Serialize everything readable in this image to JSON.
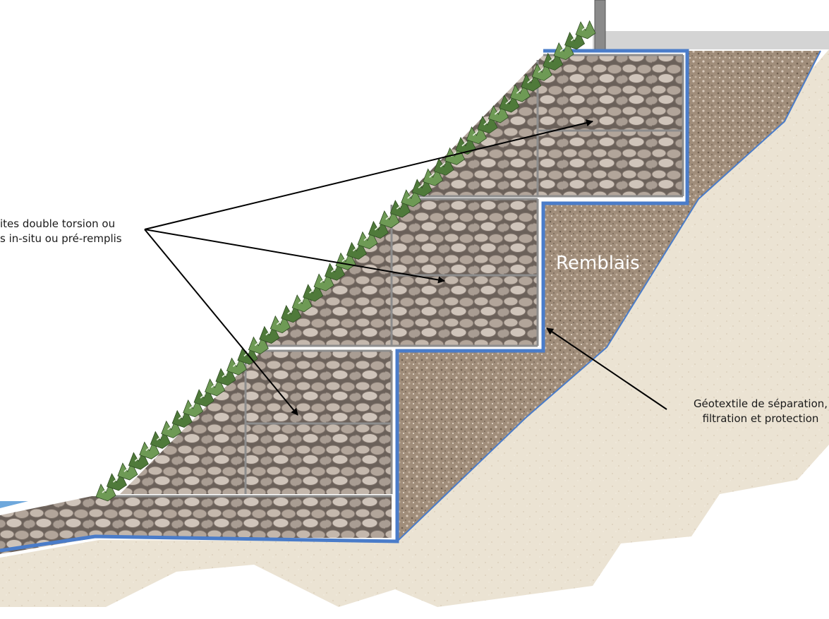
{
  "labels": {
    "gabion_line1": "ites double torsion ou",
    "gabion_line2": "s in-situ ou pré-remplis",
    "backfill": "Remblais",
    "geotextile_line1": "Géotextile de séparation,",
    "geotextile_line2": "filtration et protection"
  },
  "colors": {
    "geotextile": "#4a7cc9",
    "natural_soil": "#ebe3d3",
    "backfill": "#9e8b78",
    "gabion_stone": "#b9aca1",
    "gabion_mesh": "#8d8d8d",
    "vegetation": "#4f7a3a",
    "road_surface": "#d4d4d4",
    "water": "#6fa8dc",
    "post": "#8a8a8a",
    "leader_lines": "#000000"
  }
}
